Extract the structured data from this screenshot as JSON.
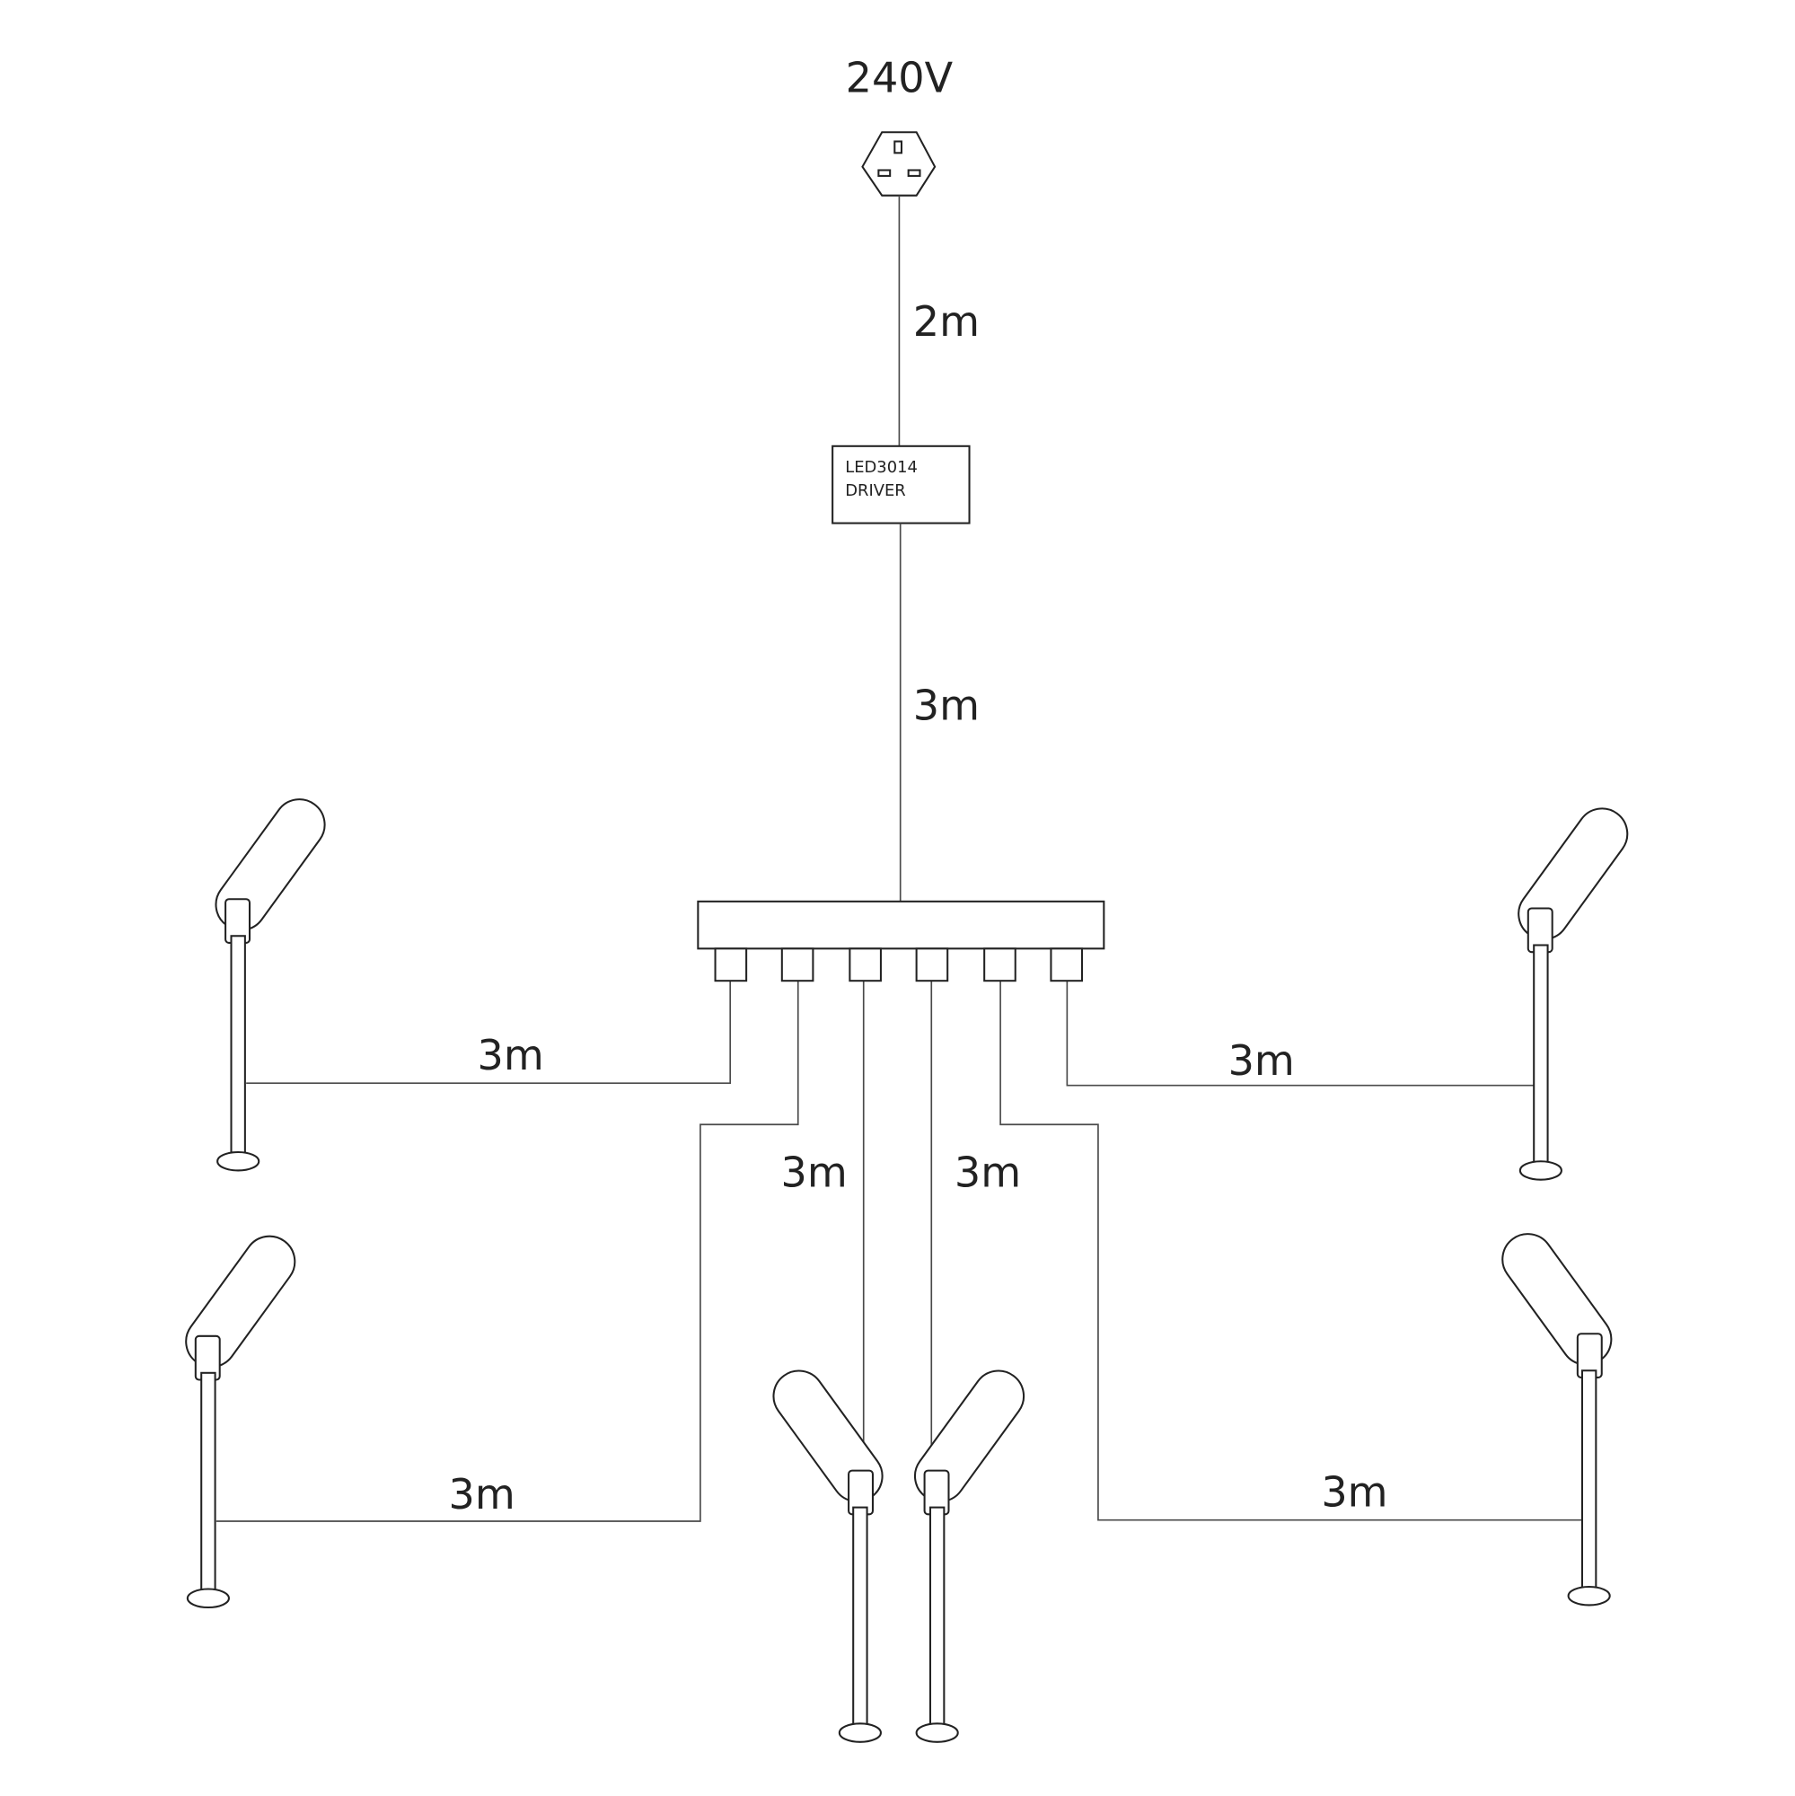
{
  "supply": {
    "voltage_label": "240V"
  },
  "driver": {
    "line1": "LED3014",
    "line2": "DRIVER"
  },
  "cables": {
    "plug_to_driver": "2m",
    "driver_to_hub": "3m",
    "hub_to_light_1": "3m",
    "hub_to_light_2": "3m",
    "hub_to_light_3": "3m",
    "hub_to_light_4": "3m",
    "hub_to_light_5": "3m",
    "hub_to_light_6": "3m"
  },
  "colors": {
    "line": "#4a4a4a",
    "outline": "#222222",
    "background": "#ffffff"
  }
}
